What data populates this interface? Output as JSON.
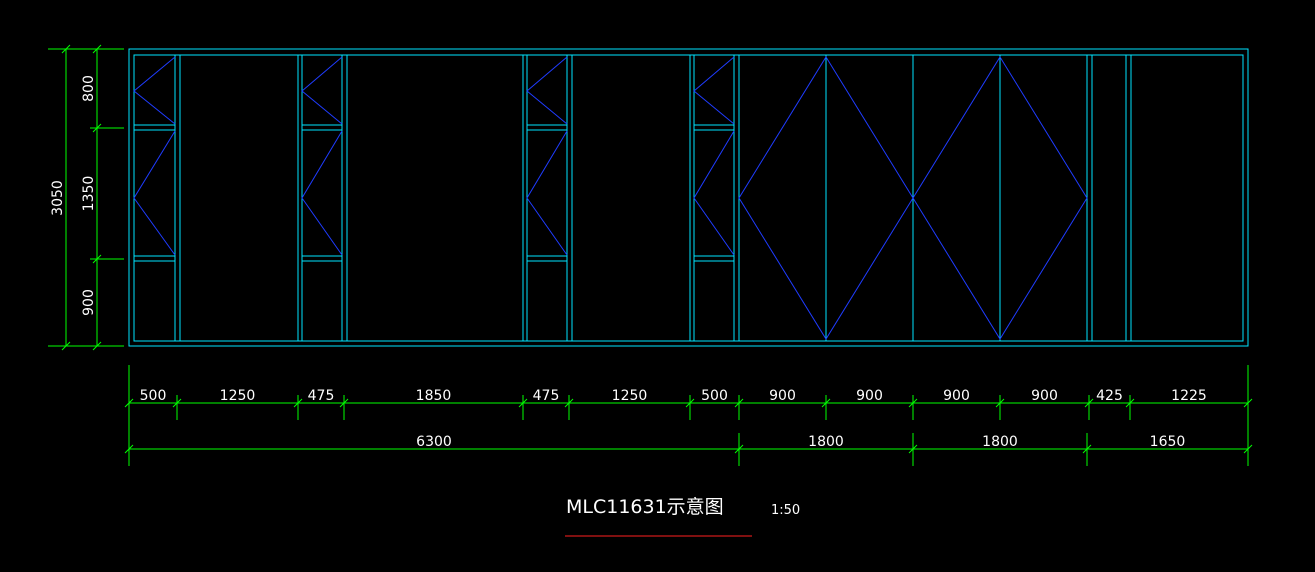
{
  "title": "MLC11631示意图",
  "scale": "1:50",
  "colors": {
    "background": "#000000",
    "frame": "#00e5ff",
    "diagonal": "#1f3cff",
    "dimension": "#00ff00",
    "text": "#ffffff",
    "underline": "#ff2020"
  },
  "dimensions": {
    "horizontal_detail": [
      "500",
      "1250",
      "475",
      "1850",
      "475",
      "1250",
      "500",
      "900",
      "900",
      "900",
      "900",
      "425",
      "1225"
    ],
    "horizontal_total": [
      "6300",
      "1800",
      "1800",
      "1650"
    ],
    "vertical_detail": [
      "800",
      "1350",
      "900"
    ],
    "vertical_total": "3050"
  }
}
